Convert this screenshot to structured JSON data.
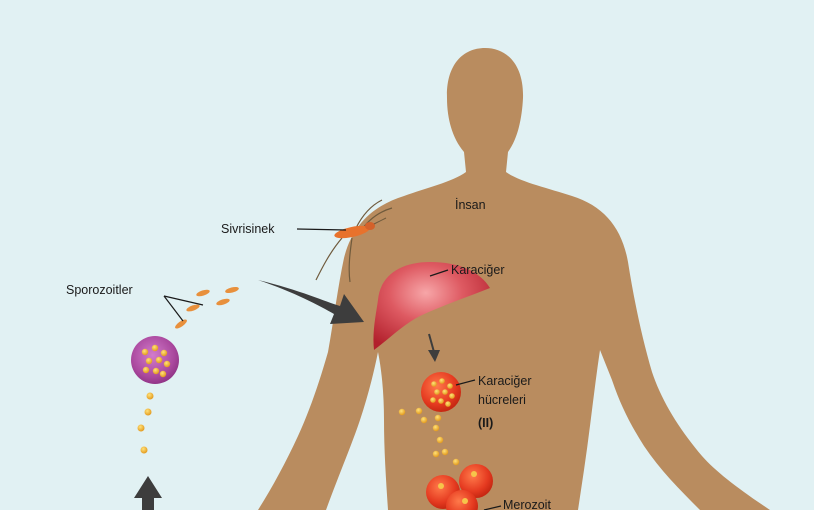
{
  "labels": {
    "human": "İnsan",
    "mosquito": "Sivrisinek",
    "sporozoites": "Sporozoitler",
    "liver": "Karaciğer",
    "liver_cells_line1": "Karaciğer",
    "liver_cells_line2": "hücreleri",
    "liver_cells_marker": "(II)",
    "merozoite": "Merozoit"
  },
  "colors": {
    "background": "#e1f1f3",
    "body": "#b98c5f",
    "liver": "#d4434b",
    "cell": "#e83a22",
    "parasite": "#f2b331",
    "infected_cell": "#a6459a",
    "arrow": "#3d3d3d"
  }
}
